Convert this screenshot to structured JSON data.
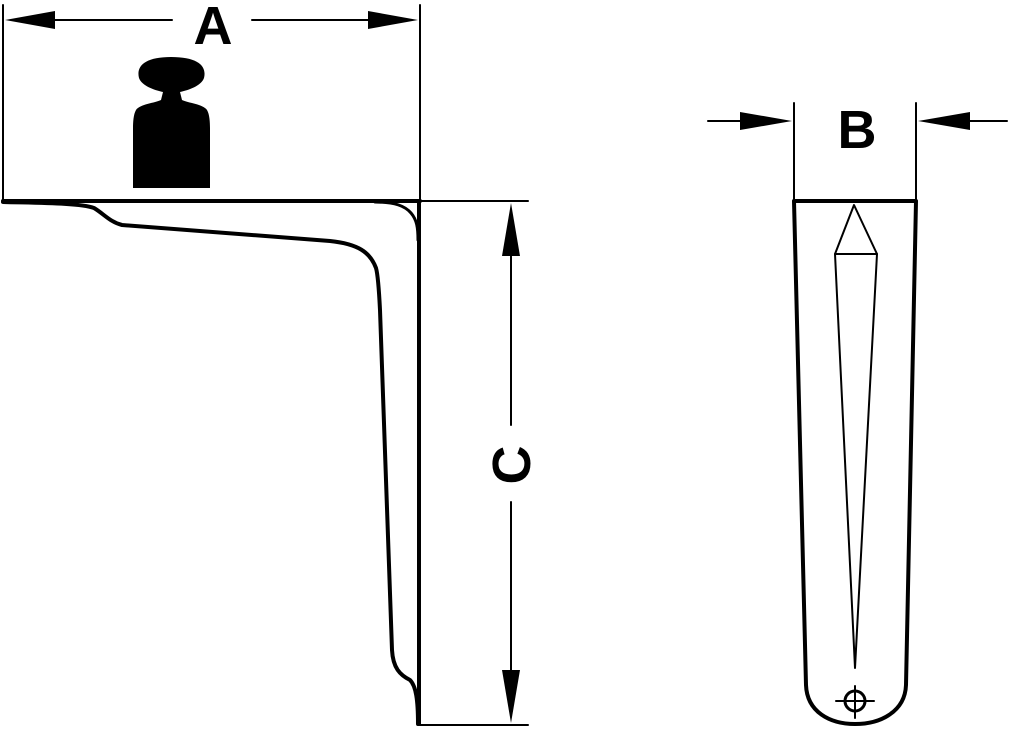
{
  "dimensions": {
    "a": {
      "label": "A"
    },
    "b": {
      "label": "B"
    },
    "c": {
      "label": "C"
    }
  },
  "icons": {
    "weight": "weight-icon"
  },
  "colors": {
    "stroke": "#000000",
    "background": "#ffffff"
  }
}
